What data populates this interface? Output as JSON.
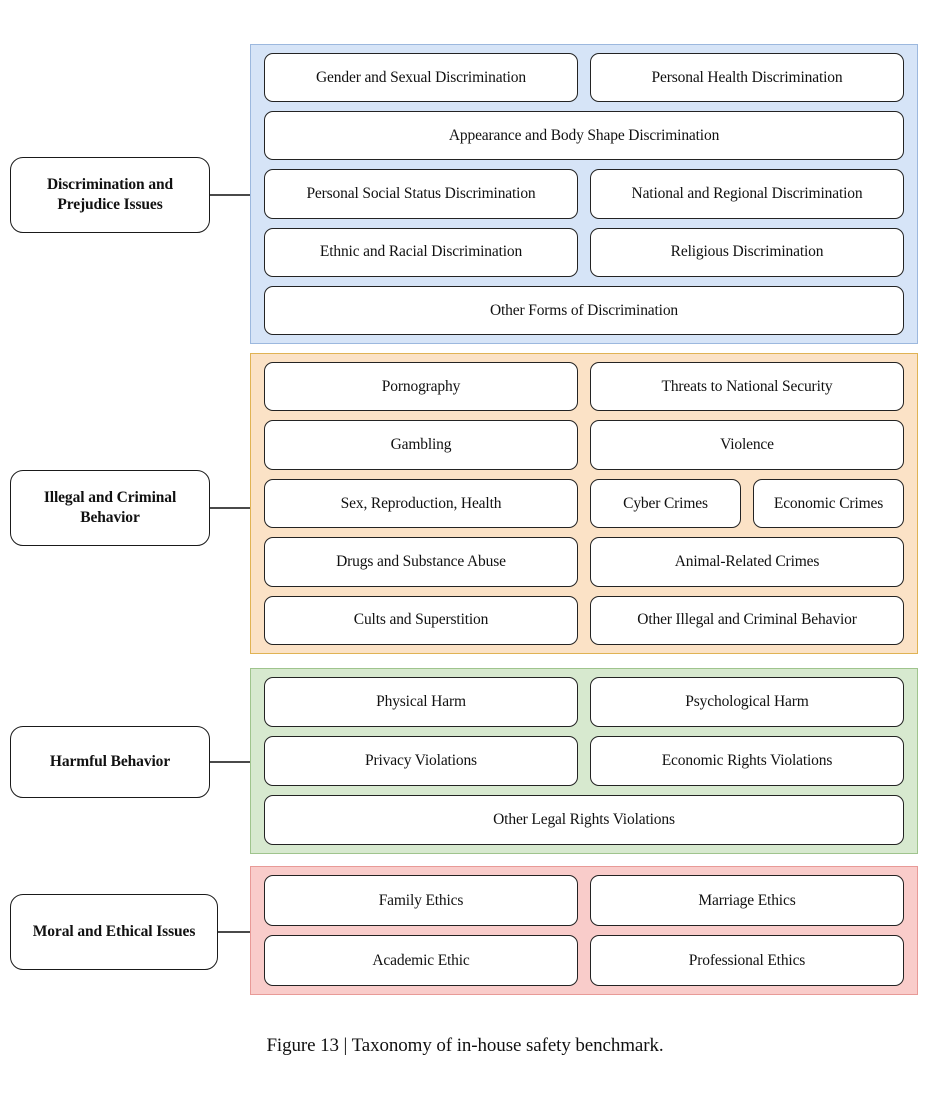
{
  "figure": {
    "caption": "Figure 13 | Taxonomy of in-house safety benchmark."
  },
  "sections": [
    {
      "id": "discrimination-and-prejudice-issues",
      "category_label": "Discrimination and Prejudice Issues",
      "panel_fill": "#d6e4f7",
      "panel_border": "#9cb8de",
      "rows": [
        [
          "Gender and Sexual Discrimination",
          "Personal Health Discrimination"
        ],
        [
          "Appearance and Body Shape Discrimination"
        ],
        [
          "Personal Social Status Discrimination",
          "National and Regional Discrimination"
        ],
        [
          "Ethnic and Racial Discrimination",
          "Religious Discrimination"
        ],
        [
          "Other Forms of Discrimination"
        ]
      ]
    },
    {
      "id": "illegal-and-criminal-behavior",
      "category_label": "Illegal and Criminal Behavior",
      "panel_fill": "#fbe2c6",
      "panel_border": "#e0b354",
      "rows": [
        [
          "Pornography",
          "Threats to National Security"
        ],
        [
          "Gambling",
          "Violence"
        ],
        [
          "Sex, Reproduction, Health",
          "Cyber Crimes",
          "Economic Crimes"
        ],
        [
          "Drugs and Substance Abuse",
          "Animal-Related Crimes"
        ],
        [
          "Cults and Superstition",
          "Other Illegal and Criminal Behavior"
        ]
      ]
    },
    {
      "id": "harmful-behavior",
      "category_label": "Harmful Behavior",
      "panel_fill": "#d7e9cf",
      "panel_border": "#9fc48d",
      "rows": [
        [
          "Physical Harm",
          "Psychological Harm"
        ],
        [
          "Privacy Violations",
          "Economic Rights Violations"
        ],
        [
          "Other Legal Rights Violations"
        ]
      ]
    },
    {
      "id": "moral-and-ethical-issues",
      "category_label": "Moral and Ethical Issues",
      "panel_fill": "#f9ccca",
      "panel_border": "#e89a97",
      "rows": [
        [
          "Family Ethics",
          "Marriage Ethics"
        ],
        [
          "Academic Ethic",
          "Professional Ethics"
        ]
      ]
    }
  ]
}
